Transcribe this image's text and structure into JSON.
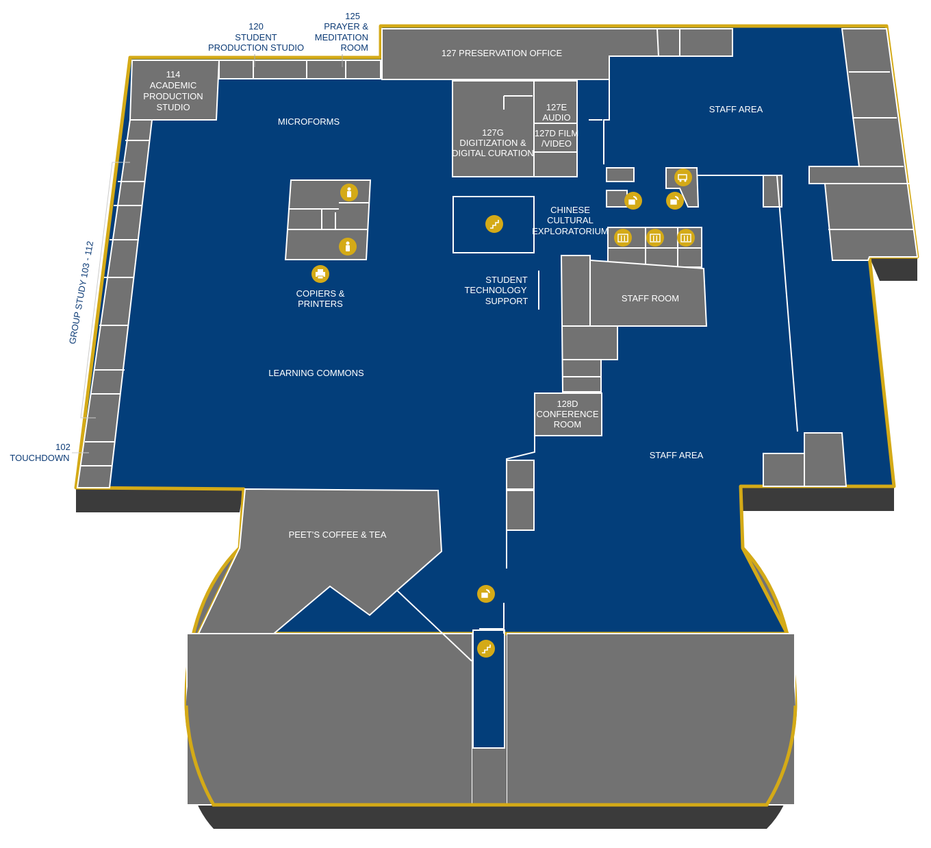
{
  "colors": {
    "floor": "#033e7a",
    "room": "#727272",
    "border": "#d4aa17",
    "shadow": "#3b3b3b",
    "icon": "#d4aa17",
    "outside_label": "#0b3a75"
  },
  "rooms": {
    "academic_production_studio": [
      "114",
      "ACADEMIC",
      "PRODUCTION",
      "STUDIO"
    ],
    "student_production_studio": [
      "120",
      "STUDENT",
      "PRODUCTION STUDIO"
    ],
    "prayer_meditation_room": [
      "125",
      "PRAYER &",
      "MEDITATION",
      "ROOM"
    ],
    "preservation_office": "127 PRESERVATION OFFICE",
    "audio": [
      "127E",
      "AUDIO"
    ],
    "film_video": [
      "127D FILM",
      "/VIDEO"
    ],
    "digitization": [
      "127G",
      "DIGITIZATION &",
      "DIGITAL CURATION"
    ],
    "staff_area_top": "STAFF AREA",
    "microforms": "MICROFORMS",
    "chinese_cultural": [
      "CHINESE",
      "CULTURAL",
      "EXPLORATORIUM"
    ],
    "copiers_printers": [
      "COPIERS &",
      "PRINTERS"
    ],
    "student_tech_support": [
      "STUDENT",
      "TECHNOLOGY",
      "SUPPORT"
    ],
    "staff_room": "STAFF ROOM",
    "learning_commons": "LEARNING COMMONS",
    "conference_room": [
      "128D",
      "CONFERENCE",
      "ROOM"
    ],
    "staff_area_bottom": "STAFF AREA",
    "peets": "PEET’S COFFEE & TEA",
    "group_study": "GROUP STUDY 103 - 112",
    "touchdown": [
      "102",
      "TOUCHDOWN"
    ]
  },
  "icons": [
    "restroom-icon",
    "restroom-icon",
    "stairs-icon",
    "printer-icon",
    "water-fountain-icon",
    "water-fountain-icon",
    "book-cart-icon",
    "elevator-icon",
    "elevator-icon",
    "elevator-icon",
    "water-fountain-icon",
    "stairs-icon"
  ]
}
